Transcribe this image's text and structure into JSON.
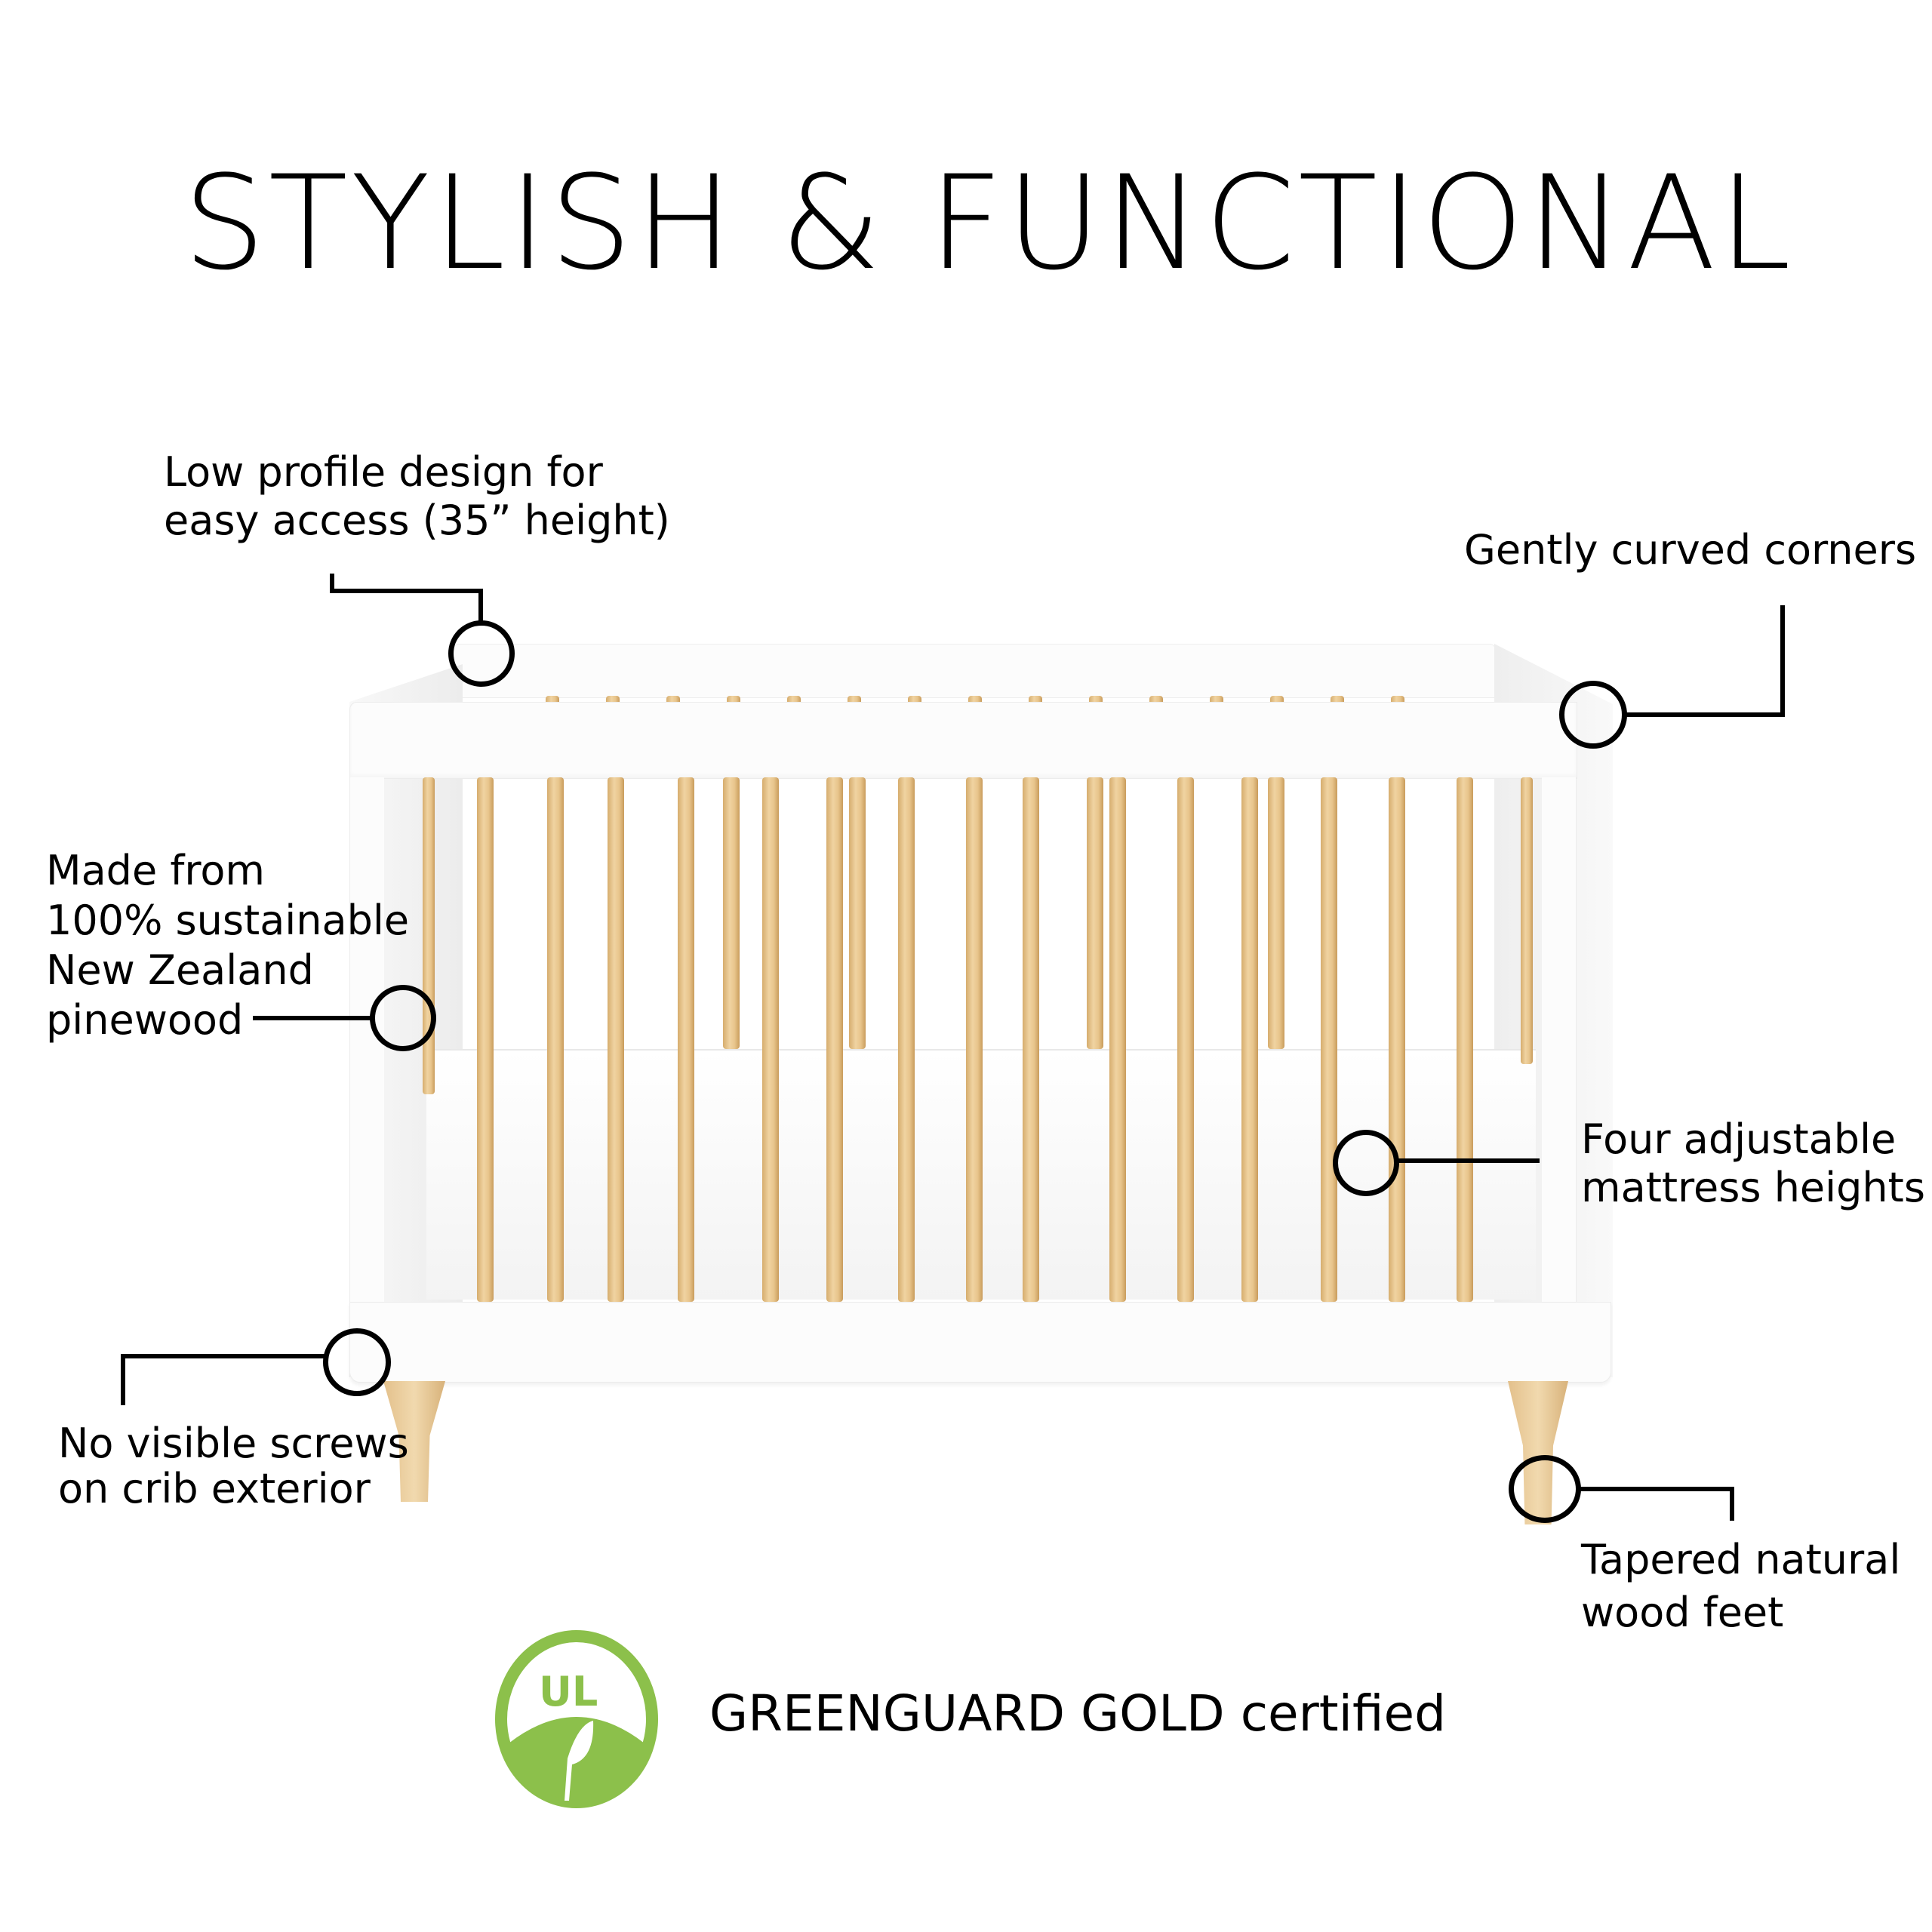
{
  "title": "STYLISH & FUNCTIONAL",
  "callouts": {
    "low_profile": {
      "line1": "Low profile design for",
      "line2": "easy access (35” height)"
    },
    "curved_corners": {
      "line1": "Gently curved corners"
    },
    "pinewood": {
      "line1": "Made from",
      "line2": "100% sustainable",
      "line3": "New Zealand",
      "line4": "pinewood"
    },
    "mattress": {
      "line1": "Four adjustable",
      "line2": "mattress heights"
    },
    "screws": {
      "line1": "No visible screws",
      "line2": "on crib exterior"
    },
    "feet": {
      "line1": "Tapered natural",
      "line2": "wood feet"
    }
  },
  "certification": {
    "logo_text": "UL",
    "label": "GREENGUARD GOLD certified",
    "logo_color": "#8cc04b"
  },
  "colors": {
    "crib_white": "#fcfcfc",
    "wood": "#e8c58c",
    "callout_line": "#000000"
  }
}
